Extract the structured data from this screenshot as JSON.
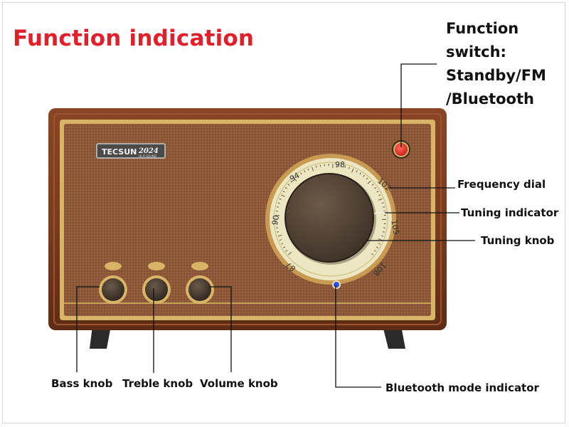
{
  "title": "Function indication",
  "function_switch_label": [
    "Function",
    "switch:",
    "Standby/FM",
    "/Bluetooth"
  ],
  "labels": {
    "frequency_dial": "Frequency dial",
    "tuning_indicator": "Tuning indicator",
    "tuning_knob": "Tuning knob",
    "bass_knob": "Bass knob",
    "treble_knob": "Treble knob",
    "volume_knob": "Volume knob",
    "bluetooth_indicator": "Bluetooth mode indicator"
  },
  "radio": {
    "brand": "TECSUN",
    "model": "2024",
    "model_sub": "HI-FI SOUND",
    "dial_numbers": [
      "87",
      "90",
      "94",
      "98",
      "102",
      "105",
      "108"
    ]
  },
  "colors": {
    "title": "#e0202a",
    "wood": "#7a3d1e",
    "grille": "#8a5636",
    "gold": "#d9b366",
    "dial_face": "#ece6c2",
    "function_button": "#e8362f",
    "bluetooth_led": "#2a4fe0"
  }
}
